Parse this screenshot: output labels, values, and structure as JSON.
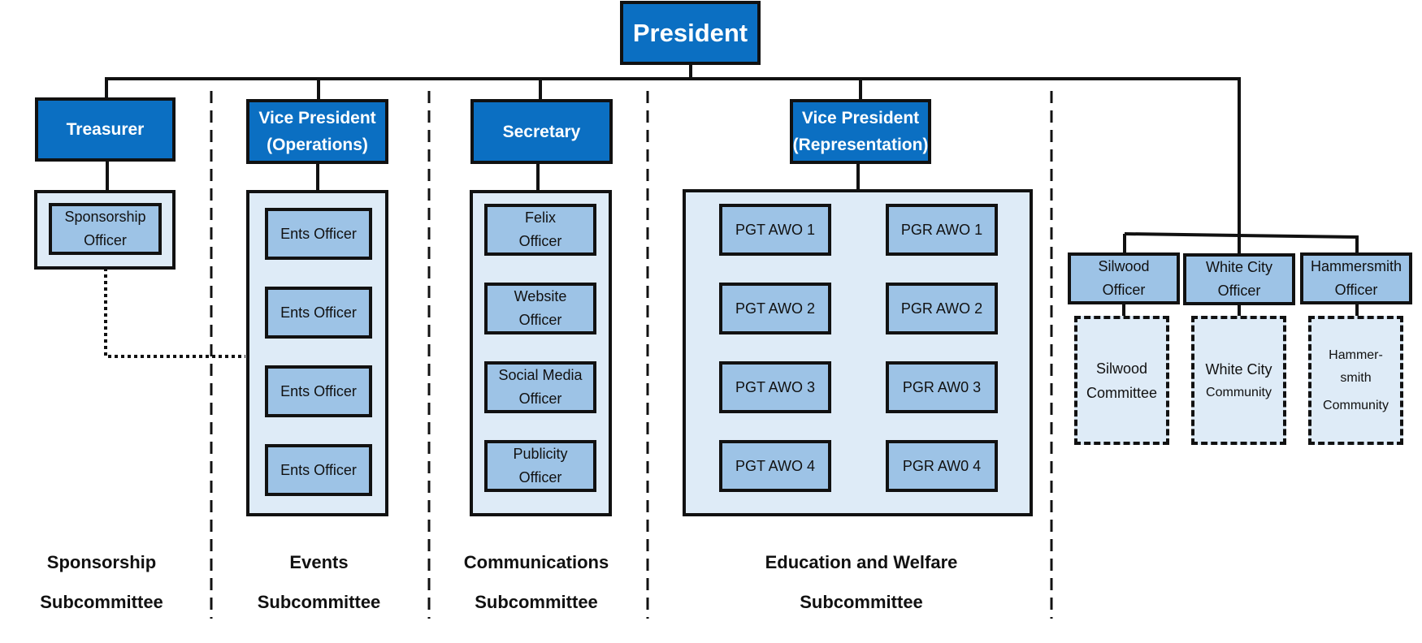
{
  "president": "President",
  "top_officers": {
    "treasurer": "Treasurer",
    "vp_operations": [
      "Vice President",
      "(Operations)"
    ],
    "secretary": "Secretary",
    "vp_representation": [
      "Vice President",
      "(Representation)"
    ]
  },
  "sponsorship": {
    "officer": [
      "Sponsorship",
      "Officer"
    ]
  },
  "events": {
    "officers": [
      "Ents Officer",
      "Ents Officer",
      "Ents Officer",
      "Ents Officer"
    ]
  },
  "communications": {
    "officers": [
      [
        "Felix",
        "Officer"
      ],
      [
        "Website",
        "Officer"
      ],
      [
        "Social Media",
        "Officer"
      ],
      [
        "Publicity",
        "Officer"
      ]
    ]
  },
  "education": {
    "pgt": [
      "PGT AWO 1",
      "PGT AWO 2",
      "PGT AWO 3",
      "PGT AWO 4"
    ],
    "pgr": [
      "PGR AWO 1",
      "PGR AWO 2",
      "PGR AW0 3",
      "PGR AW0 4"
    ]
  },
  "campus": {
    "officers": [
      [
        "Silwood",
        "Officer"
      ],
      [
        "White City",
        "Officer"
      ],
      [
        "Hammersmith",
        "Officer"
      ]
    ],
    "groups": [
      [
        "Silwood",
        "Committee"
      ],
      [
        "White City",
        "Community"
      ],
      [
        "Hammer-",
        "smith",
        "Community"
      ]
    ]
  },
  "subcommittees": [
    [
      "Sponsorship",
      "Subcommittee"
    ],
    [
      "Events",
      "Subcommittee"
    ],
    [
      "Communications",
      "Subcommittee"
    ],
    [
      "Education and Welfare",
      "Subcommittee"
    ]
  ],
  "colors": {
    "dark_box": "#0b6fc2",
    "light_box": "#9dc3e6",
    "group_bg": "#deebf7",
    "line": "#111111"
  }
}
